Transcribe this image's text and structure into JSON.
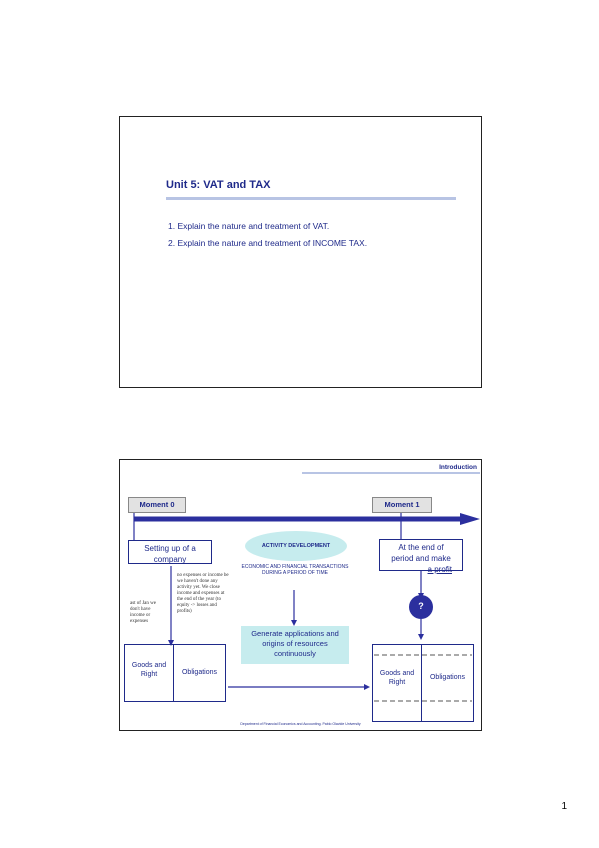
{
  "slide1": {
    "title": "Unit 5: VAT and TAX",
    "items": [
      "1.  Explain the nature and treatment of VAT.",
      "2.  Explain the nature and treatment of INCOME TAX."
    ]
  },
  "slide2": {
    "section_label": "Introduction",
    "moment0": "Moment 0",
    "moment1": "Moment 1",
    "setup_box": "Setting up of a company",
    "activity_ellipse": "ACTIVITY DEVELOPMENT",
    "economic_text": "ECONOMIC AND FINANCIAL TRANSACTIONS DURING A PERIOD OF TIME",
    "end_box_line1": "At the end of",
    "end_box_line2": "period and make",
    "end_box_line3": "a profit",
    "question": "?",
    "note_left": "ast of Jan we don't have income or expenses",
    "note_middle": "no expenses or income be we haven't done any activity yet. We close income and expenses at the end of the year (to equity -> losses and profits)",
    "generate_box": "Generate applications and origins of resources continuously",
    "left_goods": "Goods and Right",
    "left_obligations": "Obligations",
    "right_goods": "Goods and Right",
    "right_obligations": "Obligations",
    "footer": "Department of Financial Economics and Accounting. Pablo Olavide University"
  },
  "page_number": "1",
  "colors": {
    "text_blue": "#1f2a8a",
    "arrow_blue": "#2b2f9e",
    "rule_light": "#b8c4e4",
    "ellipse_fill": "#c6ecee",
    "generate_fill": "#c6ecee",
    "circle_fill": "#2b2f9e"
  }
}
